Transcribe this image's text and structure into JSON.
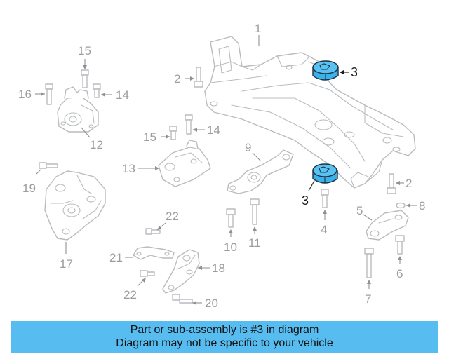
{
  "callouts": {
    "c1": "1",
    "c2a": "2",
    "c2b": "2",
    "c3a": "3",
    "c3b": "3",
    "c4": "4",
    "c5": "5",
    "c6": "6",
    "c7": "7",
    "c8": "8",
    "c9": "9",
    "c10": "10",
    "c11": "11",
    "c12": "12",
    "c13": "13",
    "c14a": "14",
    "c14b": "14",
    "c15a": "15",
    "c15b": "15",
    "c16": "16",
    "c17": "17",
    "c18": "18",
    "c19": "19",
    "c20": "20",
    "c21": "21",
    "c22a": "22",
    "c22b": "22"
  },
  "colors": {
    "highlight": "#3ab1ea",
    "banner": "#57bdf1",
    "line_art": "#b9bcbf"
  },
  "banner": {
    "line1": "Part or sub-assembly is #3 in diagram",
    "line2": "Diagram may not be specific to your vehicle"
  }
}
